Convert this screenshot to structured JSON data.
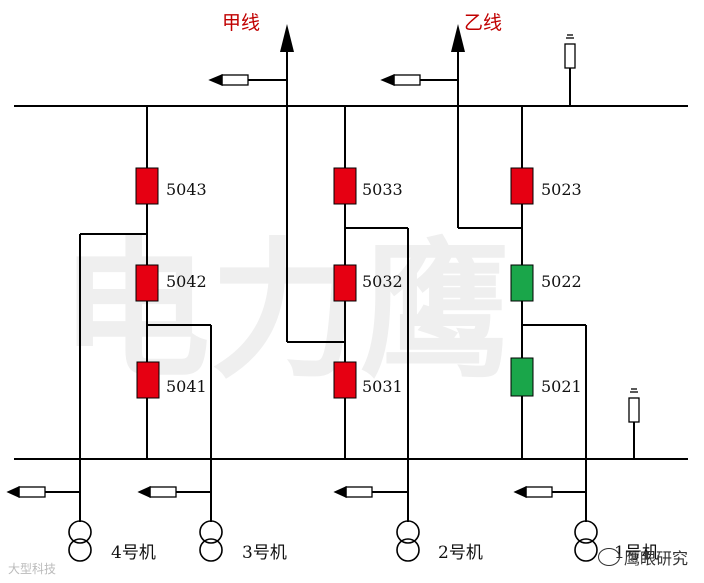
{
  "lines": {
    "jia": "甲线",
    "yi": "乙线"
  },
  "breakers": [
    {
      "id": "5043",
      "status": "closed",
      "color": "#e60012"
    },
    {
      "id": "5042",
      "status": "closed",
      "color": "#e60012"
    },
    {
      "id": "5041",
      "status": "closed",
      "color": "#e60012"
    },
    {
      "id": "5033",
      "status": "closed",
      "color": "#e60012"
    },
    {
      "id": "5032",
      "status": "closed",
      "color": "#e60012"
    },
    {
      "id": "5031",
      "status": "closed",
      "color": "#e60012"
    },
    {
      "id": "5023",
      "status": "closed",
      "color": "#e60012"
    },
    {
      "id": "5022",
      "status": "open",
      "color": "#1aa64a"
    },
    {
      "id": "5021",
      "status": "open",
      "color": "#1aa64a"
    }
  ],
  "generators": {
    "g4": "4号机",
    "g3": "3号机",
    "g2": "2号机",
    "g1": "1号机"
  },
  "watermarks": {
    "center": "电力鹰",
    "bottom_left": "大型科技",
    "bottom_right": "鹰眼研究"
  }
}
